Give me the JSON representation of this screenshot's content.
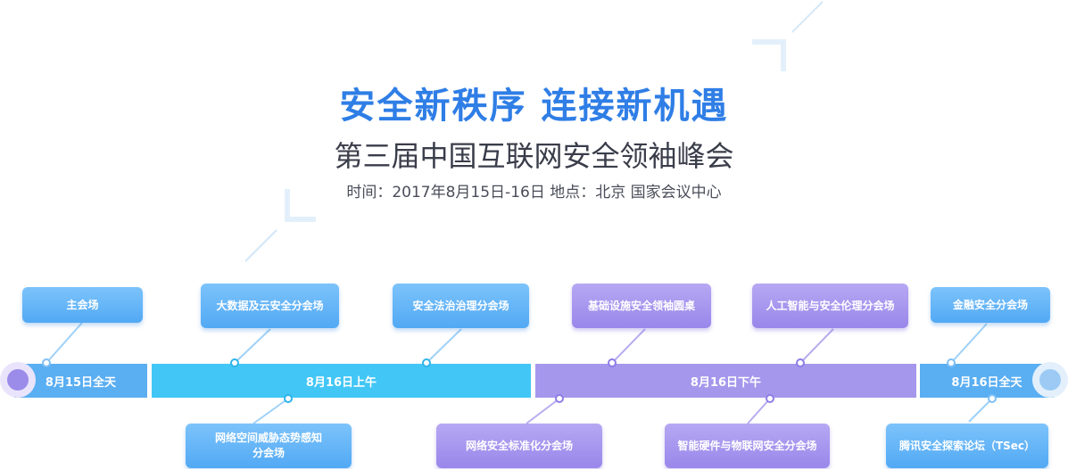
{
  "header": {
    "headline": "安全新秩序 连接新机遇",
    "subtitle": "第三届中国互联网安全领袖峰会",
    "info": "时间：2017年8月15日-16日  地点：北京  国家会议中心"
  },
  "timeline": {
    "segments": [
      {
        "label": "8月15日全天"
      },
      {
        "label": "8月16日上午"
      },
      {
        "label": "8月16日下午"
      },
      {
        "label": "8月16日全天"
      }
    ],
    "venues_top": [
      {
        "label": "主会场"
      },
      {
        "label": "大数据及云安全分会场"
      },
      {
        "label": "安全法治治理分会场"
      },
      {
        "label": "基础设施安全领袖圆桌"
      },
      {
        "label": "人工智能与安全伦理分会场"
      },
      {
        "label": "金融安全分会场"
      }
    ],
    "venues_bottom": [
      {
        "line1": "网络空间威胁态势感知",
        "line2": "分会场"
      },
      {
        "label": "网络安全标准化分会场"
      },
      {
        "label": "智能硬件与物联网安全分会场"
      },
      {
        "label": "腾讯安全探索论坛（TSec）"
      }
    ]
  },
  "colors": {
    "accent_blue": "#2f7ee6",
    "bar_blue": "#5aaef2",
    "bar_cyan": "#42c6f6",
    "bar_violet": "#a597ec"
  }
}
